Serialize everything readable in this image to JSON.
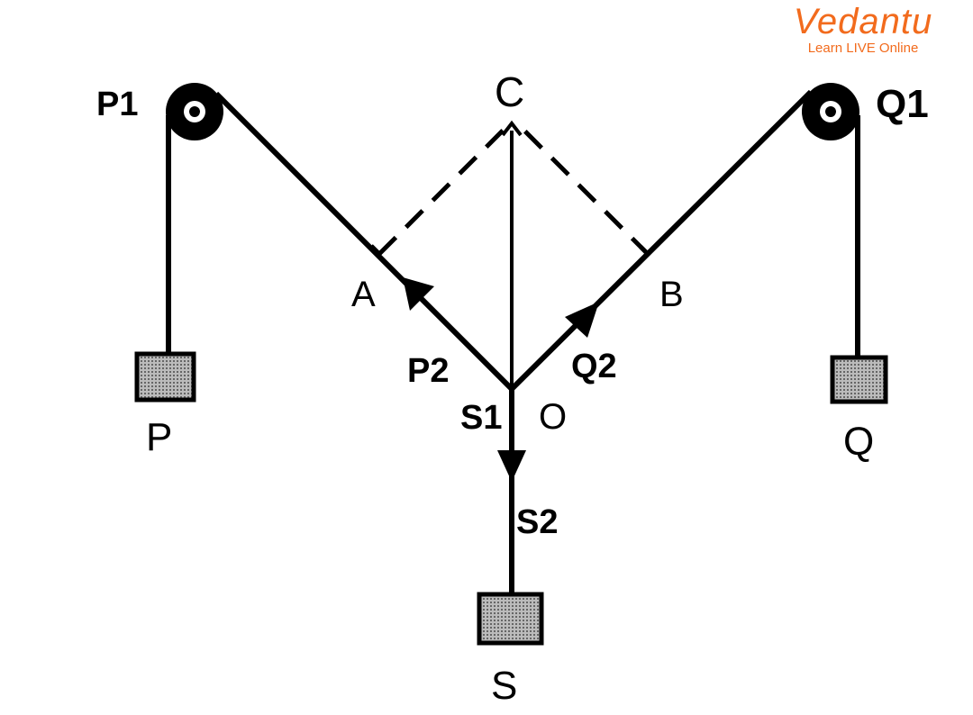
{
  "logo": {
    "brand": "Vedantu",
    "tagline": "Learn LIVE Online",
    "color": "#f26b1d"
  },
  "diagram": {
    "labels": {
      "P1": "P1",
      "Q1": "Q1",
      "C": "C",
      "A": "A",
      "B": "B",
      "P2": "P2",
      "Q2": "Q2",
      "S1": "S1",
      "O": "O",
      "P": "P",
      "Q": "Q",
      "S2": "S2",
      "S": "S"
    }
  }
}
